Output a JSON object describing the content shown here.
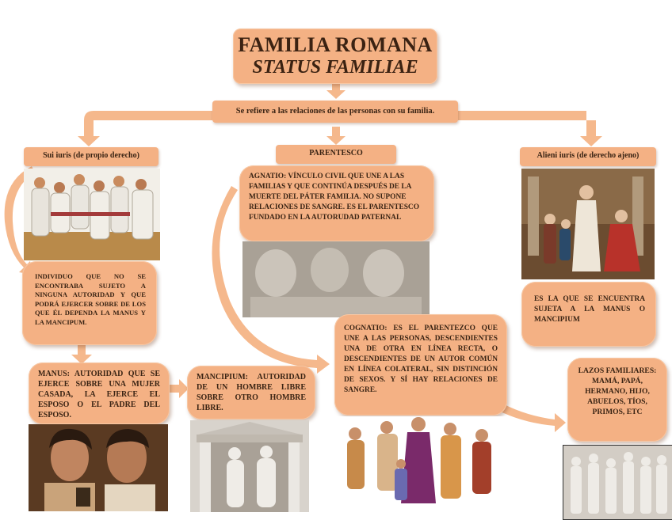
{
  "title": {
    "line1": "FAMILIA ROMANA",
    "line2": "STATUS FAMILIAE"
  },
  "subtitle": "Se refiere a las relaciones de las personas con su familia.",
  "left": {
    "header": "Sui iuris (de propio derecho)",
    "definition": "INDIVIDUO QUE NO SE ENCONTRABA SUJETO A NINGUNA AUTORIDAD Y QUE PODRÁ EJERCER SOBRE DE LOS QUE ÉL DEPENDA LA MANUS Y LA MANCIPUM.",
    "manus": "MANUS: AUTORIDAD QUE SE EJERCE SOBRE UNA MUJER CASADA, LA EJERCE EL ESPOSO O EL PADRE DEL ESPOSO.",
    "mancipium": "MANCIPIUM: AUTORIDAD DE UN HOMBRE LIBRE SOBRE OTRO HOMBRE LIBRE."
  },
  "center": {
    "header": "PARENTESCO",
    "agnatio": "AGNATIO: VÍNCULO CIVIL QUE UNE A LAS FAMILIAS Y QUE CONTINÚA DESPUÉS DE LA MUERTE DEL PÁTER FAMILIA. NO SUPONE RELACIONES DE SANGRE. ES EL PARENTESCO FUNDADO EN LA AUTORUDAD PATERNAL",
    "cognatio": "COGNATIO: ES EL PARENTEZCO QUE UNE A LAS PERSONAS, DESCENDIENTES UNA DE OTRA EN LÍNEA RECTA, O DESCENDIENTES DE UN AUTOR COMÚN EN LÍNEA COLATERAL, SIN DISTINCIÓN DE SEXOS. Y SÍ HAY RELACIONES DE SANGRE."
  },
  "right": {
    "header": "Alieni iuris (de derecho ajeno)",
    "definition": "ES LA QUE SE ENCUENTRA SUJETA A LA MANUS O MANCIPIUM",
    "lazos": "LAZOS FAMILIARES: MAMÁ, PAPÁ, HERMANO, HIJO, ABUELOS, TÍOS, PRIMOS, ETC"
  },
  "colors": {
    "box": "#f4b184",
    "arrow": "#f5b88c",
    "text": "#3a2414"
  },
  "images": [
    "senators-painting",
    "stone-relief-portraits",
    "family-painting",
    "pompeii-couple-fresco",
    "marble-stele-relief",
    "roman-family-illustration",
    "ara-pacis-relief"
  ]
}
